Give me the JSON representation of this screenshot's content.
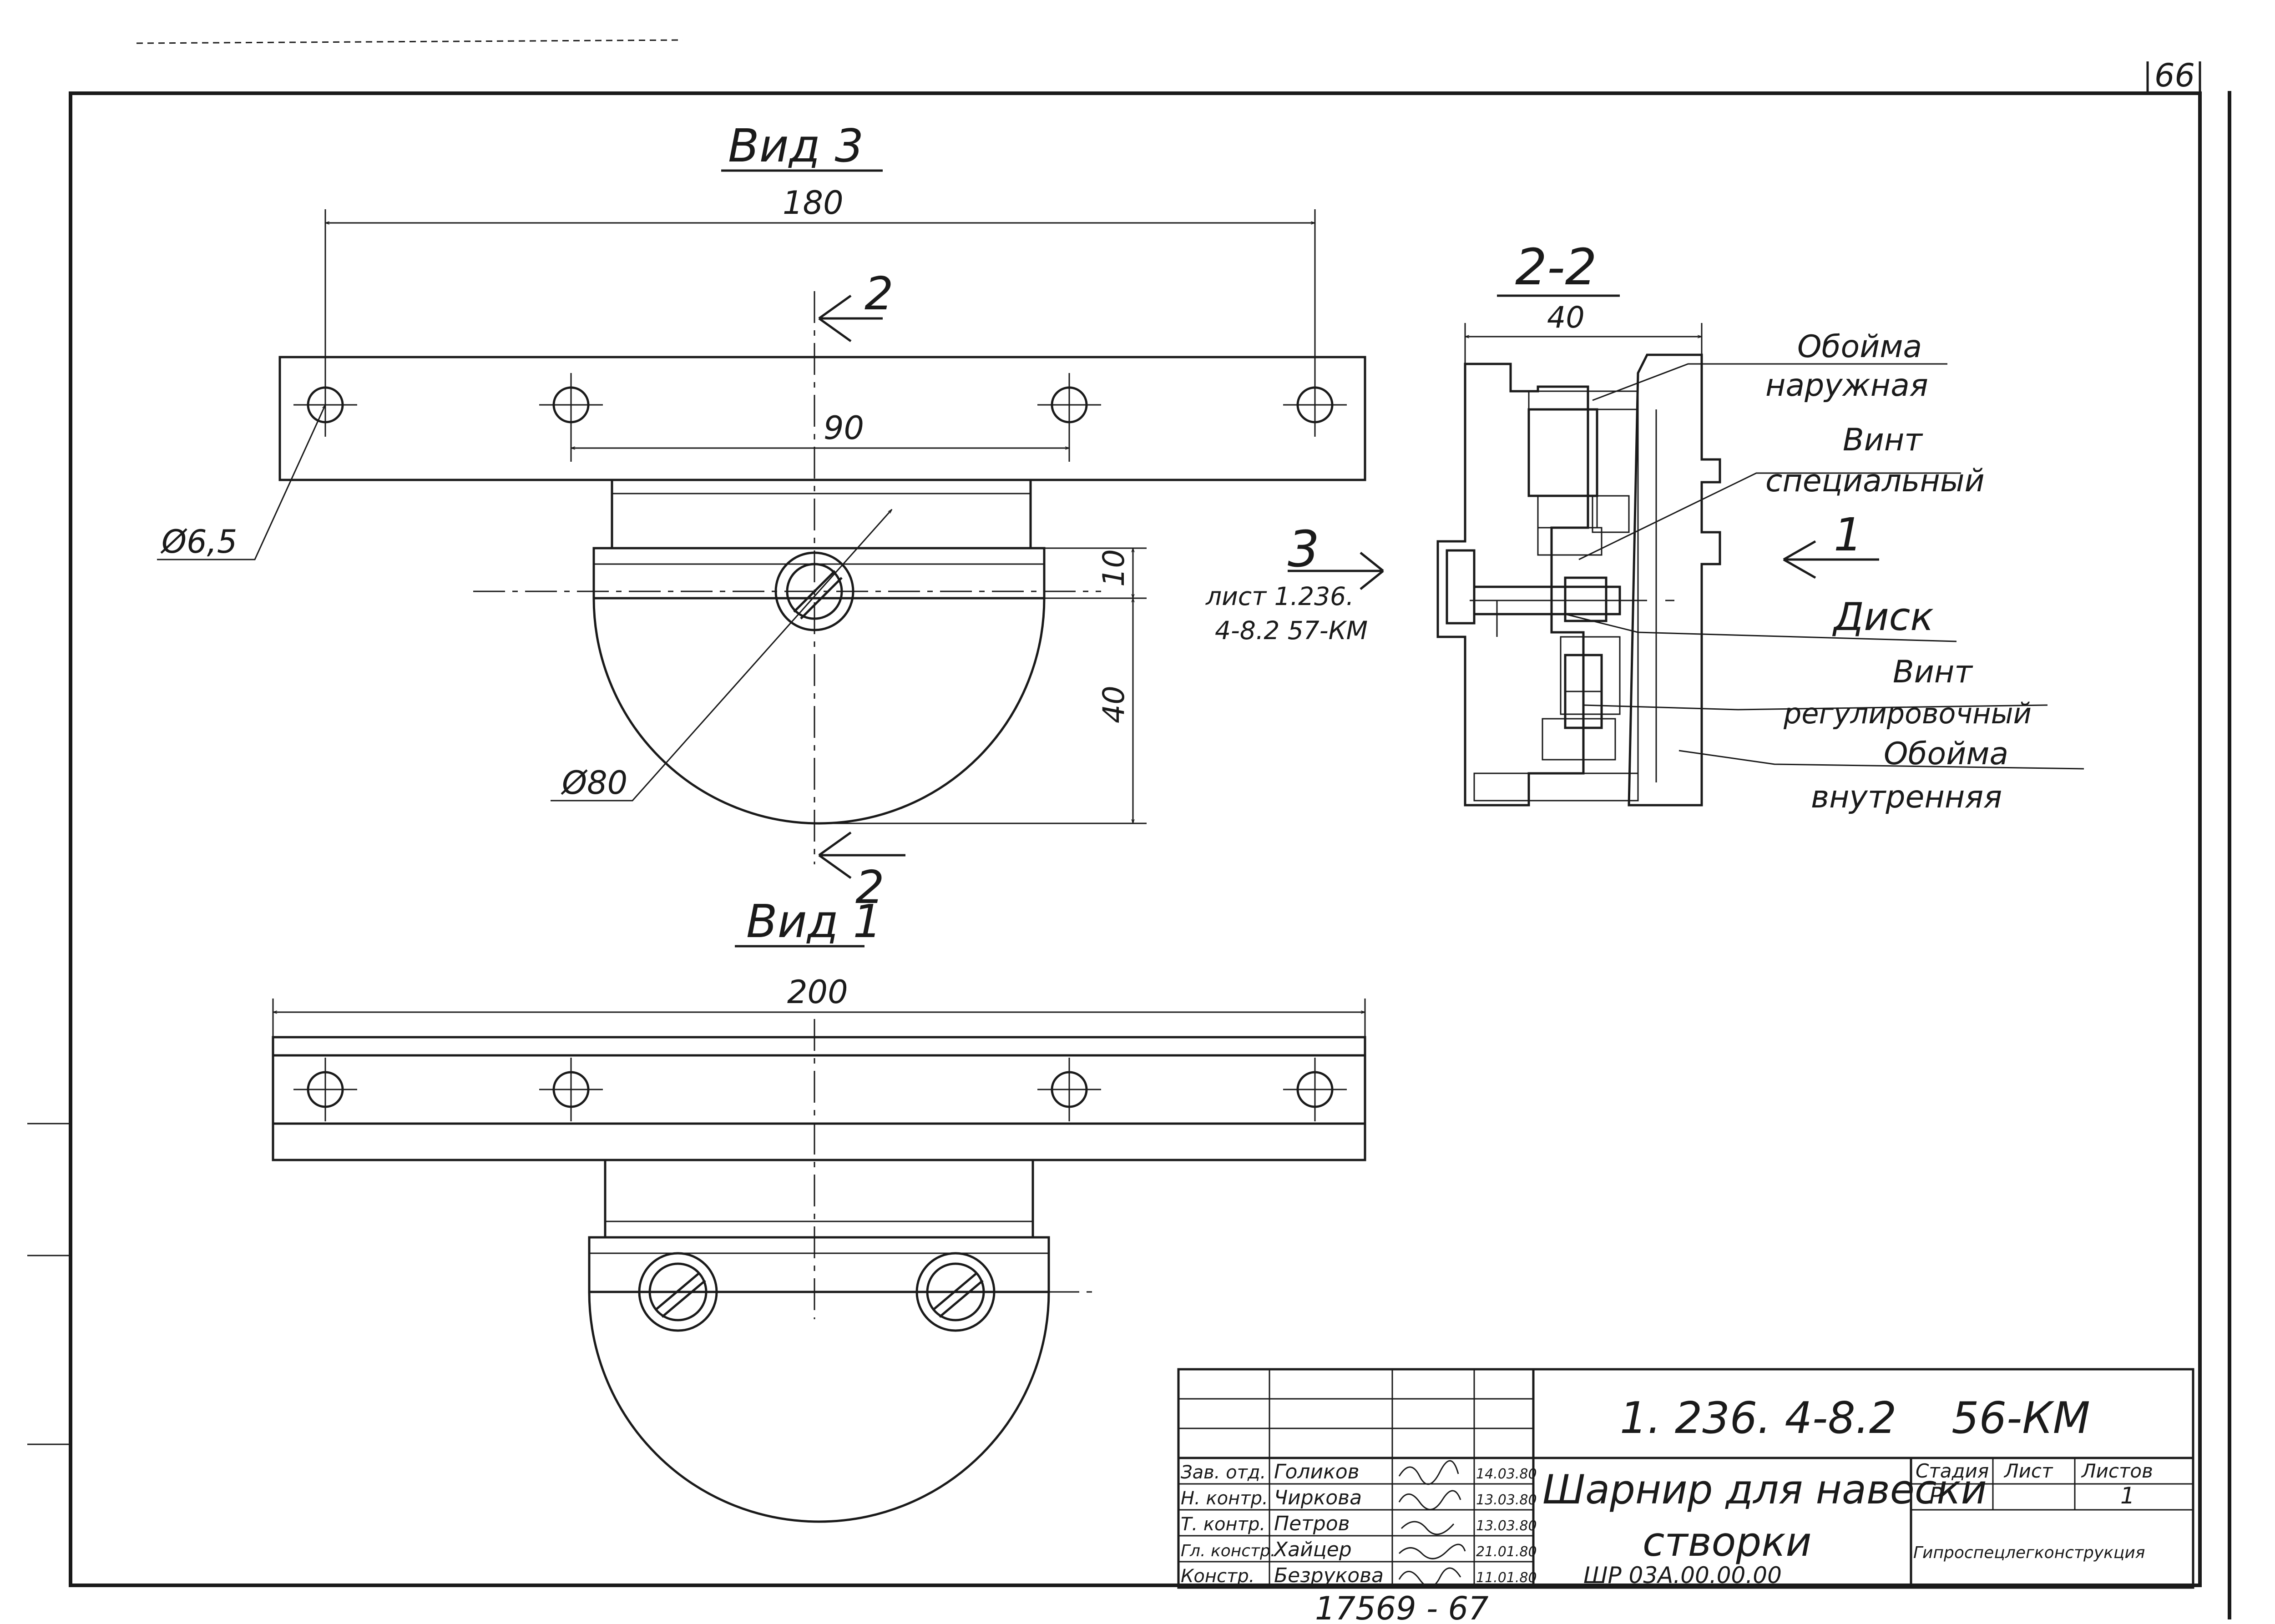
{
  "sheet_number": "66",
  "views": {
    "vid3": {
      "title": "Вид 3",
      "dim_overall": "180",
      "dim_holes": "90",
      "dim_hole_dia": "Ø6,5",
      "dim_dia": "Ø80",
      "dim_10": "10",
      "dim_40": "40",
      "section_mark_top": "2",
      "section_mark_bottom": "2"
    },
    "vid1": {
      "title": "Вид 1",
      "dim_overall": "200"
    },
    "view_ref": {
      "num": "3",
      "line1": "лист 1.236.",
      "line2": "4-8.2 57-КМ"
    },
    "section22": {
      "title": "2-2",
      "dim_40": "40",
      "arrow_label": "1",
      "labels": [
        {
          "line1": "Обойма",
          "line2": "наружная"
        },
        {
          "line1": "Винт",
          "line2": "специальный"
        },
        {
          "line1": "Диск",
          "line2": ""
        },
        {
          "line1": "Винт",
          "line2": "регулировочный"
        },
        {
          "line1": "Обойма",
          "line2": "внутренняя"
        }
      ]
    }
  },
  "title_block": {
    "code": "1. 236. 4-8.2    56-КМ",
    "name_line1": "Шарнир для навески",
    "name_line2": "створки",
    "designation": "ШР 03А.00.00.00",
    "stage_header": "Стадия",
    "sheet_header": "Лист",
    "sheets_header": "Листов",
    "stage": "Р",
    "sheets": "1",
    "organization": "Гипроспецлегконструкция",
    "rows": [
      {
        "role": "Зав. отд.",
        "name": "Голиков",
        "date": "14.03.80"
      },
      {
        "role": "Н. контр.",
        "name": "Чиркова",
        "date": "13.03.80"
      },
      {
        "role": "Т. контр.",
        "name": "Петров",
        "date": "13.03.80"
      },
      {
        "role": "Гл. констр.",
        "name": "Хайцер",
        "date": "21.01.80"
      },
      {
        "role": "Констр.",
        "name": "Безрукова",
        "date": "11.01.80"
      }
    ]
  },
  "bottom_number": "17569 - 67"
}
